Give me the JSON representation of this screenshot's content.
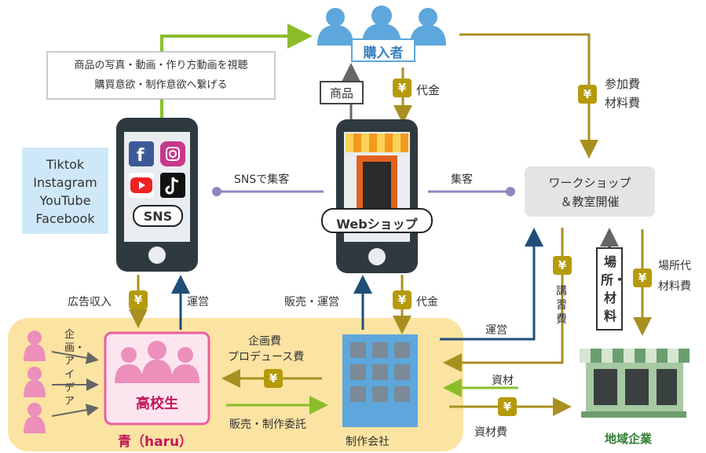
{
  "buyer": {
    "label": "購入者"
  },
  "note": {
    "line1": "商品の写真・動画・作り方動画を視聴",
    "line2": "購買意欲・制作意欲へ繋げる"
  },
  "sns_box": {
    "lines": [
      "Tiktok",
      "Instagram",
      "YouTube",
      "Facebook"
    ]
  },
  "sns_phone": {
    "label": "SNS"
  },
  "web_phone": {
    "label": "Webショップ"
  },
  "flows": {
    "product": "商品",
    "payment_top": "代金",
    "participation": "参加費",
    "materials_fee": "材料費",
    "sns_attract": "SNSで集客",
    "attract": "集客",
    "ad_income": "広告収入",
    "operation_left": "運営",
    "sales_operation": "販売・運営",
    "payment_mid": "代金",
    "operation_right": "運営",
    "lecture_fee": "講習費",
    "venue_materials": "場所・材料",
    "venue_fee": "場所代",
    "venue_materials_fee": "材料費",
    "planning_fee": "企画費",
    "production_fee": "プロデュース費",
    "sales_commission": "販売・制作委託",
    "materials": "資材",
    "materials_cost": "資材費",
    "idea": "企画・アイデア"
  },
  "yen_symbol": "¥",
  "workshop": {
    "line1": "ワークショップ",
    "line2": "＆教室開催"
  },
  "students": {
    "label": "高校生"
  },
  "haru": {
    "label": "青（haru）"
  },
  "company": {
    "label": "制作会社"
  },
  "local": {
    "label": "地域企業"
  },
  "colors": {
    "green_arrow": "#8bbd2a",
    "gold_arrow": "#a89020",
    "blue_arrow": "#1f4e79",
    "purple_line": "#8f86c0",
    "buyer_blue": "#5ea7dc",
    "pink": "#e8609c",
    "yellow_bg": "#fbe3a2"
  }
}
